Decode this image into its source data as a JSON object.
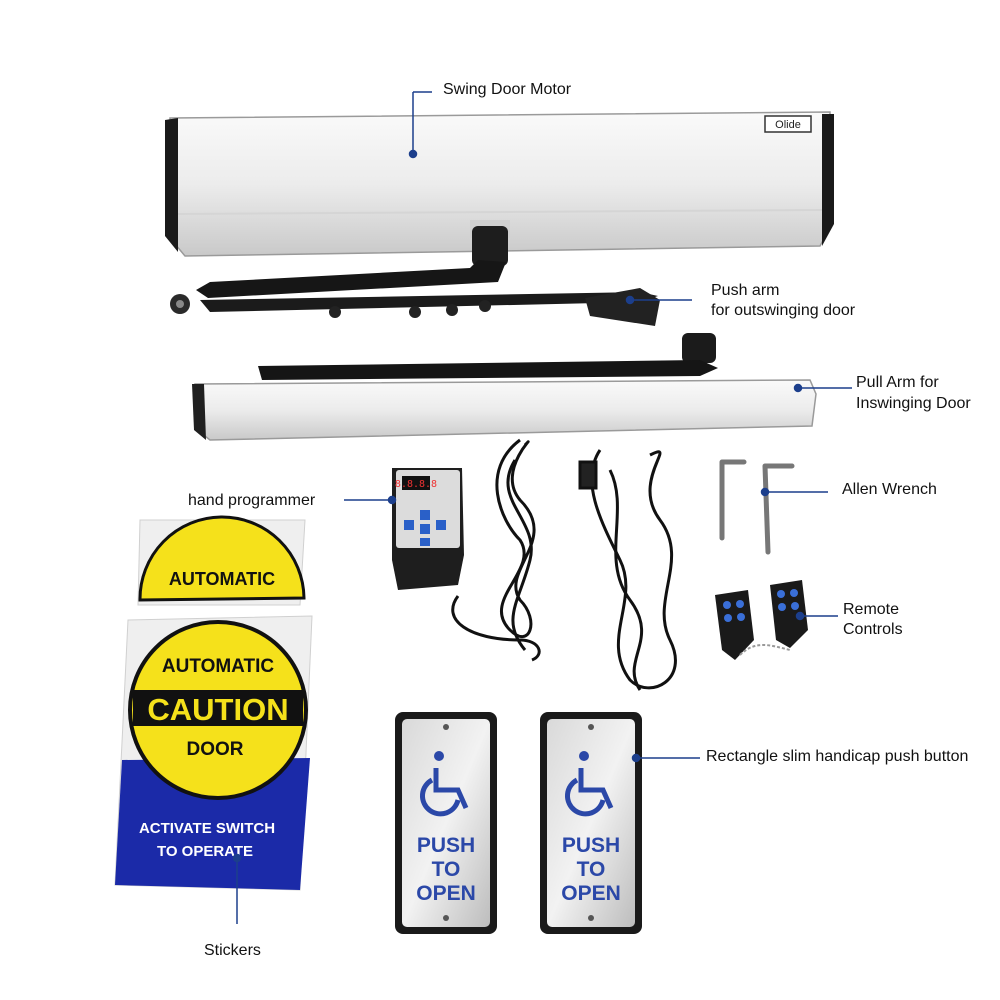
{
  "callouts": {
    "motor": "Swing  Door  Motor",
    "push_arm_line1": "Push arm",
    "push_arm_line2": "for outswinging door",
    "pull_arm_line1": "Pull Arm for",
    "pull_arm_line2": "Inswinging Door",
    "programmer": "hand programmer",
    "wrench": "Allen  Wrench",
    "remote_line1": "Remote",
    "remote_line2": "Controls",
    "button": "Rectangle slim handicap push button",
    "stickers": "Stickers"
  },
  "motor": {
    "brand": "Olide"
  },
  "sticker_small": {
    "text": "AUTOMATIC"
  },
  "sticker_large": {
    "line1": "AUTOMATIC",
    "line2": "CAUTION",
    "line3": "DOOR",
    "line4": "ACTIVATE SWITCH",
    "line5": "TO OPERATE"
  },
  "push_button_left": {
    "line1": "PUSH",
    "line2": "TO",
    "line3": "OPEN"
  },
  "push_button_right": {
    "line1": "PUSH",
    "line2": "TO",
    "line3": "OPEN"
  },
  "programmer": {
    "display": "8.8.8.8"
  },
  "colors": {
    "sticker_yellow": "#f5e11b",
    "sticker_blue": "#1b2aa8",
    "button_text": "#2b48a8",
    "leader_line": "#1c3f8c",
    "housing": "#eeeeee"
  }
}
